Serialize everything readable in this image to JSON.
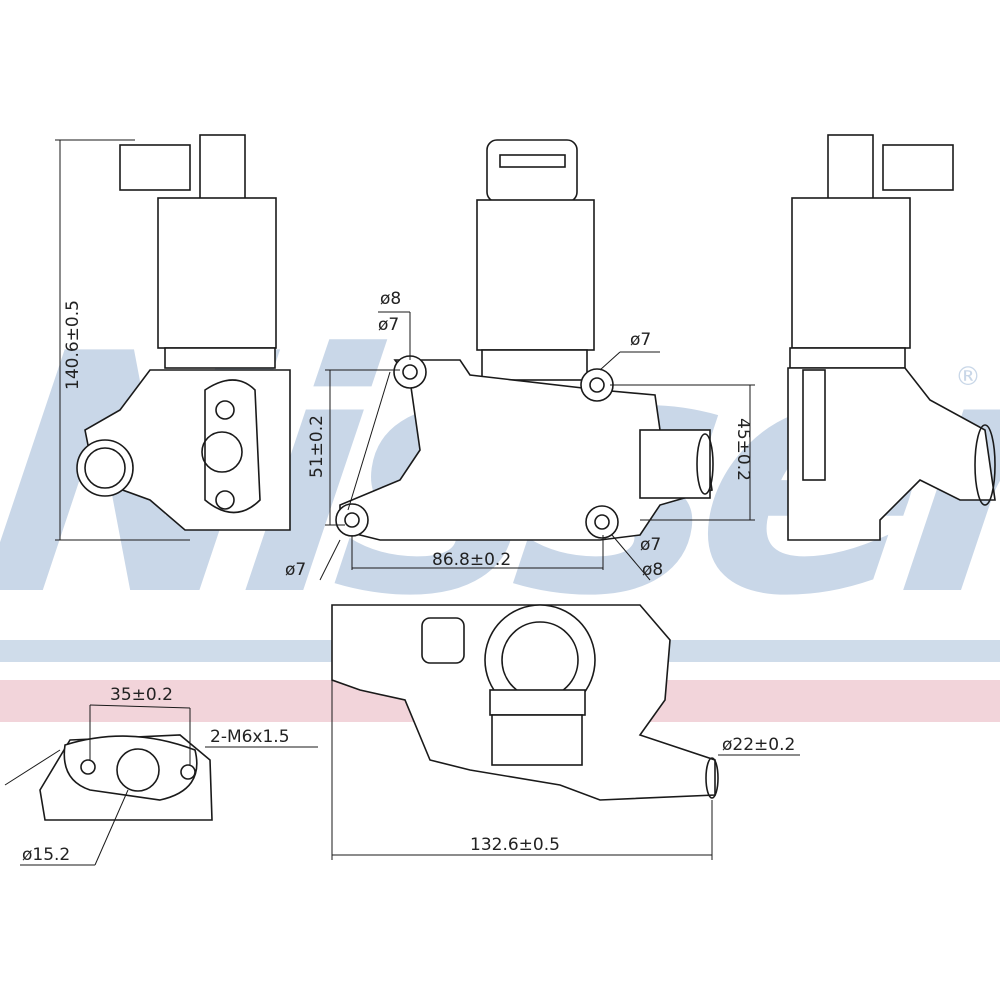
{
  "watermark": {
    "brand": "Nissens",
    "registered_mark": "®",
    "band_colors": [
      "#cfdcea",
      "#f2d4da"
    ]
  },
  "dimensions": {
    "overall_height": "140.6±0.5",
    "hole_top_left_outer": "ø8",
    "hole_top_left_inner": "ø7",
    "hole_top_right": "ø7",
    "vertical_spacing": "51±0.2",
    "outlet_spacing": "45±0.2",
    "hole_bottom_left": "ø7",
    "hole_bottom_right_inner": "ø7",
    "hole_bottom_right_outer": "ø8",
    "horizontal_spacing": "86.8±0.2",
    "flange_spacing": "35±0.2",
    "thread": "2-M6x1.5",
    "port_diameter": "ø15.2",
    "pipe_diameter": "ø22±0.2",
    "overall_length": "132.6±0.5"
  }
}
